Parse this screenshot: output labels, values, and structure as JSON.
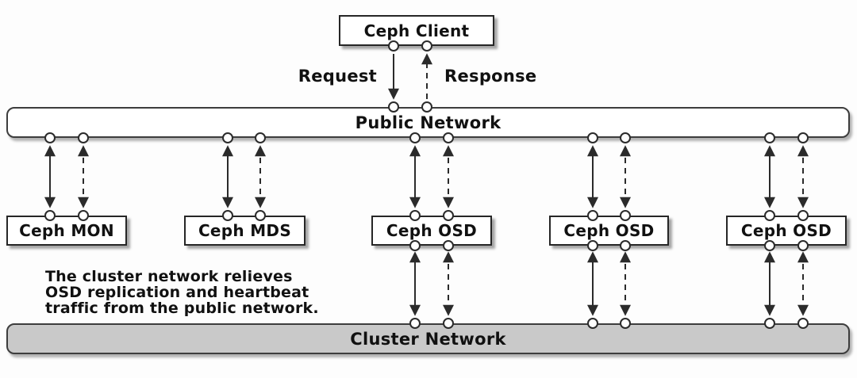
{
  "diagram": {
    "client": {
      "label": "Ceph Client"
    },
    "request_label": "Request",
    "response_label": "Response",
    "public_network": {
      "label": "Public Network"
    },
    "cluster_network": {
      "label": "Cluster Network"
    },
    "nodes": [
      {
        "id": "ceph-mon",
        "label": "Ceph MON",
        "connects": [
          "public-network"
        ]
      },
      {
        "id": "ceph-mds",
        "label": "Ceph MDS",
        "connects": [
          "public-network"
        ]
      },
      {
        "id": "ceph-osd-1",
        "label": "Ceph OSD",
        "connects": [
          "public-network",
          "cluster-network"
        ]
      },
      {
        "id": "ceph-osd-2",
        "label": "Ceph OSD",
        "connects": [
          "public-network",
          "cluster-network"
        ]
      },
      {
        "id": "ceph-osd-3",
        "label": "Ceph OSD",
        "connects": [
          "public-network",
          "cluster-network"
        ]
      }
    ],
    "annotation": {
      "lines": [
        "The cluster network relieves",
        "OSD replication and heartbeat",
        "traffic from the public network."
      ]
    },
    "colors": {
      "background": "#fdfdfd",
      "node_fill": "#ffffff",
      "cluster_fill": "#c9c9c9",
      "stroke": "#2b2b2b",
      "text": "#111111"
    }
  }
}
